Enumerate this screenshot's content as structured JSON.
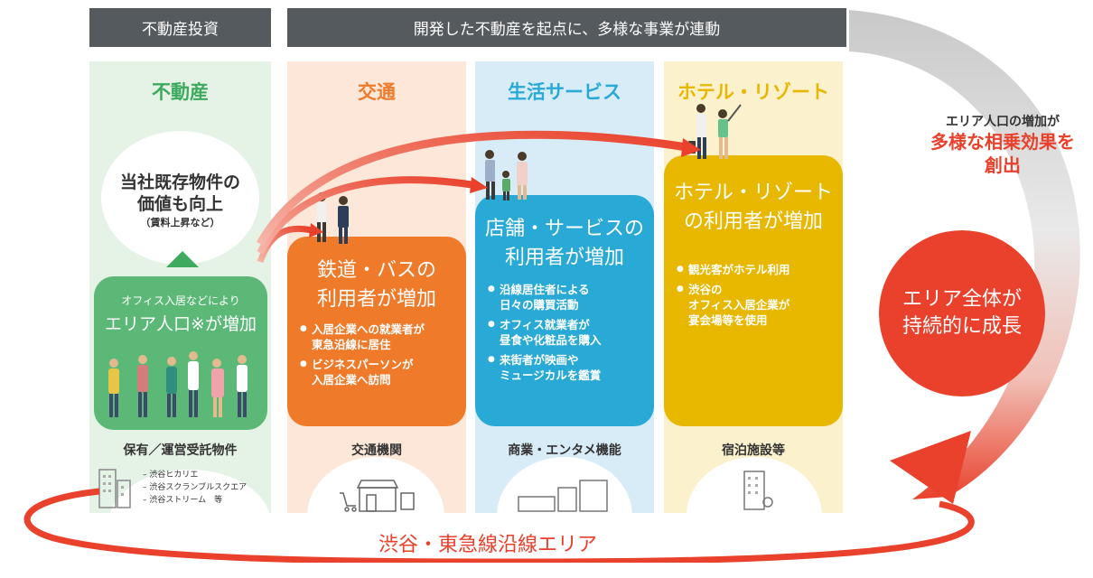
{
  "headers": {
    "left": "不動産投資",
    "right": "開発した不動産を起点に、多様な事業が連動"
  },
  "columns": {
    "realestate": {
      "title": "不動産",
      "bubble_line1": "当社既存物件の",
      "bubble_line2": "価値も向上",
      "bubble_sub": "（賃料上昇など）",
      "card_small": "オフィス入居などにより",
      "card_big": "エリア人口※が増加",
      "facility": "保有／運営受託物件",
      "properties": [
        "– 渋谷ヒカリエ",
        "– 渋谷スクランブルスクエア",
        "– 渋谷ストリーム　等"
      ]
    },
    "transport": {
      "title": "交通",
      "card_title": "鉄道・バスの\n利用者が増加",
      "bullets": [
        "入居企業への就業者が\n東急沿線に居住",
        "ビジネスパーソンが\n入居企業へ訪問"
      ],
      "facility": "交通機関"
    },
    "life": {
      "title": "生活サービス",
      "card_title": "店舗・サービスの\n利用者が増加",
      "bullets": [
        "沿線居住者による\n日々の購買活動",
        "オフィス就業者が\n昼食や化粧品を購入",
        "来街者が映画や\nミュージカルを鑑賞"
      ],
      "facility": "商業・エンタメ機能"
    },
    "hotel": {
      "title": "ホテル・リゾート",
      "card_title": "ホテル・リゾート\nの利用者が増加",
      "bullets": [
        "観光客がホテル利用",
        "渋谷の\nオフィス入居企業が\n宴会場等を使用"
      ],
      "facility": "宿泊施設等"
    }
  },
  "right_panel": {
    "line1": "エリア人口の増加が",
    "line2": "多様な相乗効果を",
    "line3": "創出",
    "circle": "エリア全体が\n持続的に成長"
  },
  "footer": {
    "area_label": "渋谷・東急線沿線エリア"
  },
  "colors": {
    "header_bg": "#555a5e",
    "green": "#3daa5e",
    "orange": "#ee7a2a",
    "blue": "#29a9d6",
    "yellow": "#e8b700",
    "red": "#e9412b"
  }
}
